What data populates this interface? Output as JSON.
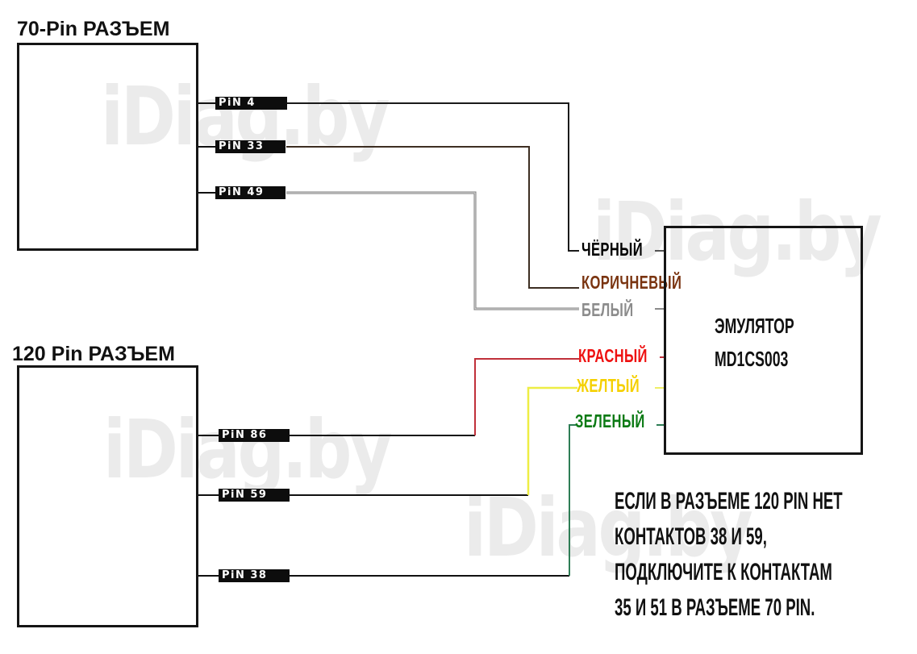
{
  "watermark": {
    "text": "iDiag.by",
    "color": "#ebebeb"
  },
  "connector_70": {
    "title": "70-Pin РАЗЪЕМ",
    "pins": [
      {
        "label": "PiN 4",
        "wire_color_name": "ЧЁРНЫЙ",
        "wire_hex": "#111111",
        "label_hex": "#000000"
      },
      {
        "label": "PiN 33",
        "wire_color_name": "КОРИЧНЕВЫЙ",
        "wire_hex": "#4a3a2a",
        "label_hex": "#7a3410"
      },
      {
        "label": "PiN 49",
        "wire_color_name": "БЕЛЫЙ",
        "wire_hex": "#8a8a8a",
        "label_hex": "#8c8c8c"
      }
    ]
  },
  "connector_120": {
    "title": "120 Pin РАЗЪЕМ",
    "pins": [
      {
        "label": "PiN 86",
        "wire_color_name": "КРАСНЫЙ",
        "wire_hex": "#c0303a",
        "label_hex": "#ee1111"
      },
      {
        "label": "PiN 59",
        "wire_color_name": "ЖЕЛТЫЙ",
        "wire_hex": "#eeee44",
        "label_hex": "#f5d000"
      },
      {
        "label": "PiN 38",
        "wire_color_name": "ЗЕЛЕНЫЙ",
        "wire_hex": "#2e7d55",
        "label_hex": "#0b7a14"
      }
    ]
  },
  "emulator": {
    "line1": "ЭМУЛЯТОР",
    "line2": "MD1CS003"
  },
  "note": {
    "lines": [
      "ЕСЛИ В РАЗЪЕМЕ 120 PIN НЕТ",
      "КОНТАКТОВ 38 И 59,",
      "ПОДКЛЮЧИТЕ К КОНТАКТАМ",
      "35 И 51 В РАЗЪЕМЕ 70 PIN."
    ]
  }
}
